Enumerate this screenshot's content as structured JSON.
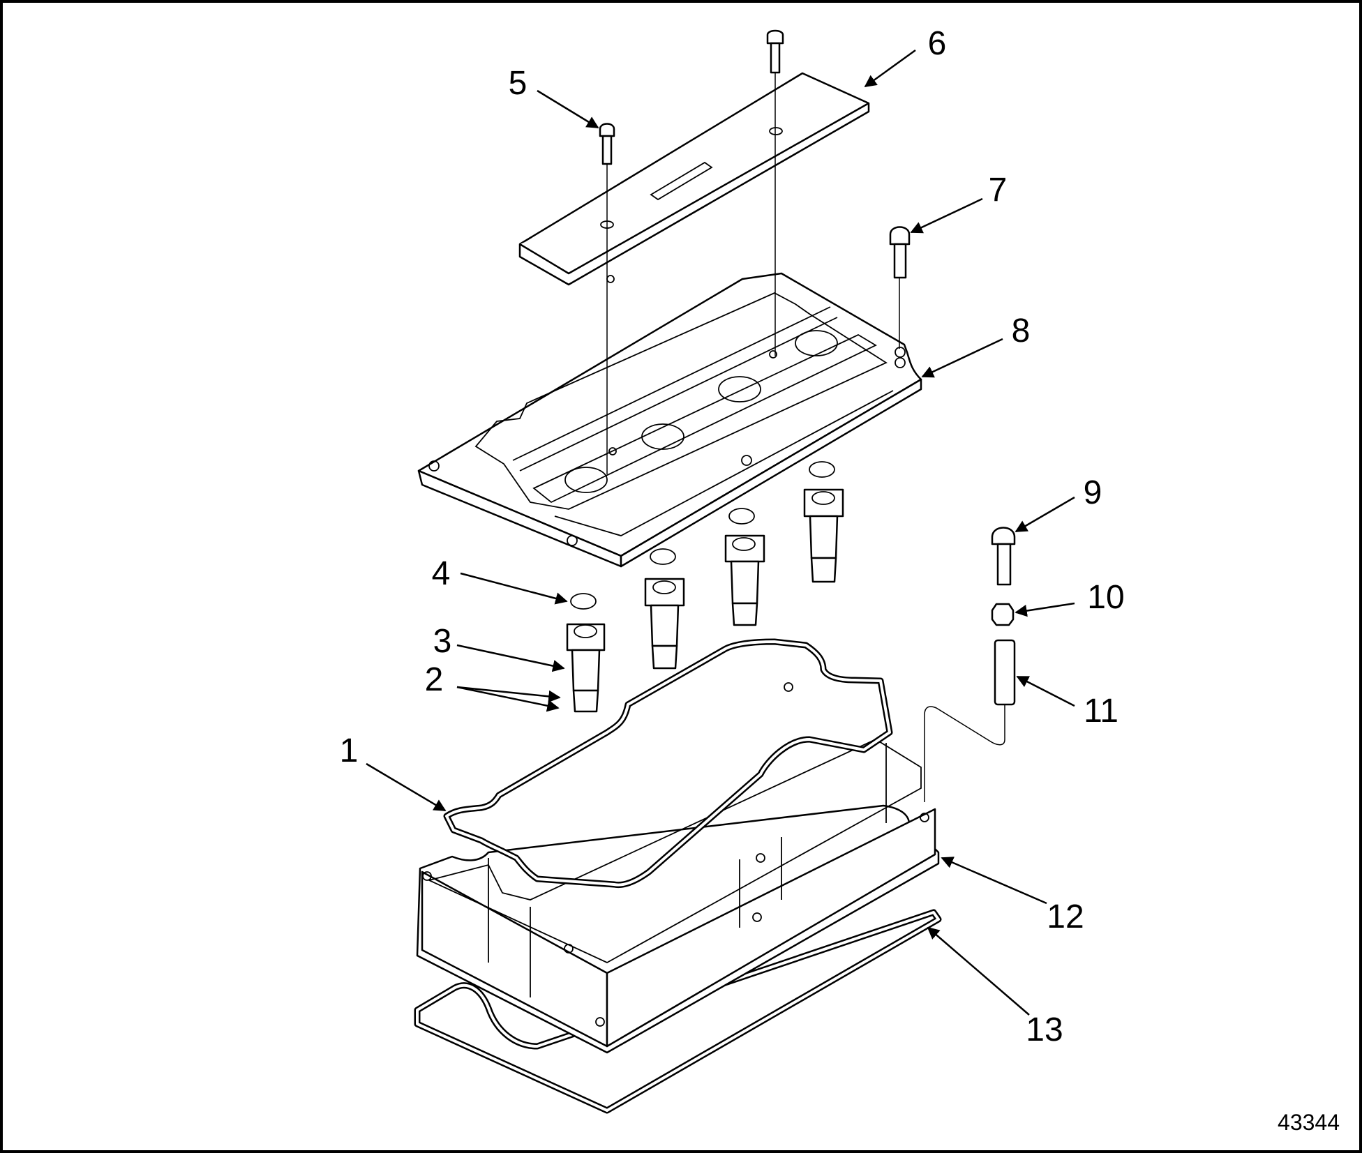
{
  "figure": {
    "figure_number": "43344",
    "callouts": [
      {
        "id": "c1",
        "label": "1"
      },
      {
        "id": "c2",
        "label": "2"
      },
      {
        "id": "c3",
        "label": "3"
      },
      {
        "id": "c4",
        "label": "4"
      },
      {
        "id": "c5",
        "label": "5"
      },
      {
        "id": "c6",
        "label": "6"
      },
      {
        "id": "c7",
        "label": "7"
      },
      {
        "id": "c8",
        "label": "8"
      },
      {
        "id": "c9",
        "label": "9"
      },
      {
        "id": "c10",
        "label": "10"
      },
      {
        "id": "c11",
        "label": "11"
      },
      {
        "id": "c12",
        "label": "12"
      },
      {
        "id": "c13",
        "label": "13"
      }
    ]
  }
}
